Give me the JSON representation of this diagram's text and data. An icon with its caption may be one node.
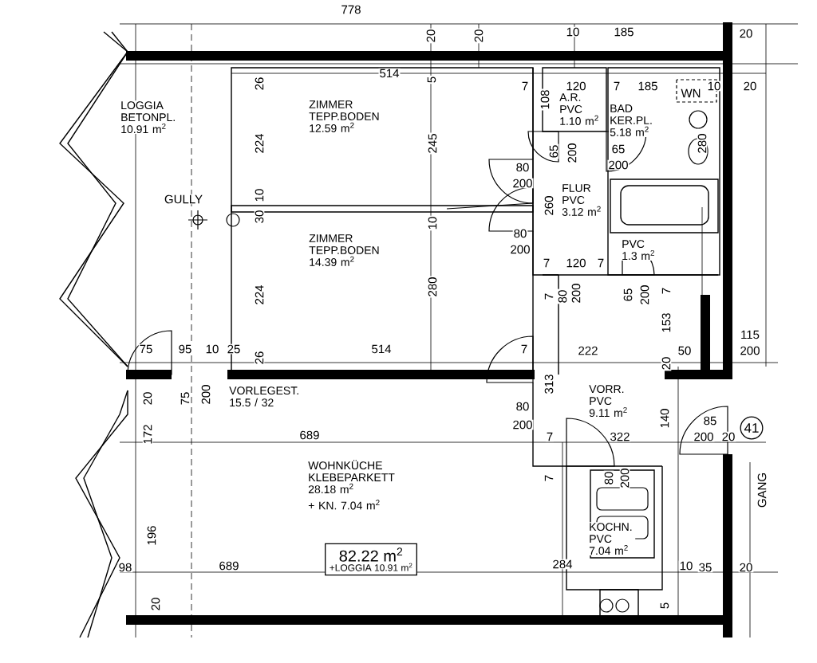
{
  "diagram": {
    "nodes": [
      {
        "text": [
          "82.22 m$^{2}$",
          "+LOGGIA 10.91 m$^{2}$"
        ]
      },
      {
        "text": [
          "41"
        ]
      }
    ],
    "edges": [],
    "labels": [
      "778",
      "20",
      "20",
      "10",
      "185",
      "20",
      "514",
      "5",
      "7",
      "120",
      "7",
      "185",
      "WN",
      "10",
      "20",
      "26",
      "LOGGIA BETONPL. 10.91 m$^{2}$",
      "ZIMMER TEPP.BODEN 12.59 m$^{2}$",
      "108",
      "A.R. PVC 1.10 m$^{2}$",
      "BAD KER.PL. 5.18 m$^{2}$",
      "224",
      "245",
      "65",
      "200",
      "65",
      "200",
      "280",
      "80",
      "200",
      "GULLY",
      "10",
      "FLUR PVC 3.12 m$^{2}$",
      "260",
      "30",
      "10",
      "80",
      "ZIMMER TEPP.BODEN 14.39 m$^{2}$",
      "PVC 1.3 m$^{2}$",
      "200",
      "7",
      "120",
      "7",
      "7",
      "80",
      "200",
      "65",
      "200",
      "7",
      "224",
      "280",
      "153",
      "115",
      "75",
      "95",
      "10",
      "25",
      "514",
      "7",
      "222",
      "50",
      "200",
      "26",
      "20",
      "20",
      "75",
      "200",
      "VORLEGEST. 15.5 / 32",
      "313",
      "VORR. PVC 9.11 m$^{2}$",
      "80",
      "140",
      "85",
      "172",
      "689",
      "200",
      "7",
      "322",
      "200",
      "20",
      "WOHNKÜCHE KLEBEPARKETT 28.18 m$^{2}$",
      "+ KN. 7.04 m$^{2}$",
      "7",
      "80",
      "200",
      "GANG",
      "KOCHN. PVC 7.04 m$^{2}$",
      "196",
      "98",
      "689",
      "284",
      "10",
      "35",
      "20",
      "5",
      "20"
    ]
  }
}
